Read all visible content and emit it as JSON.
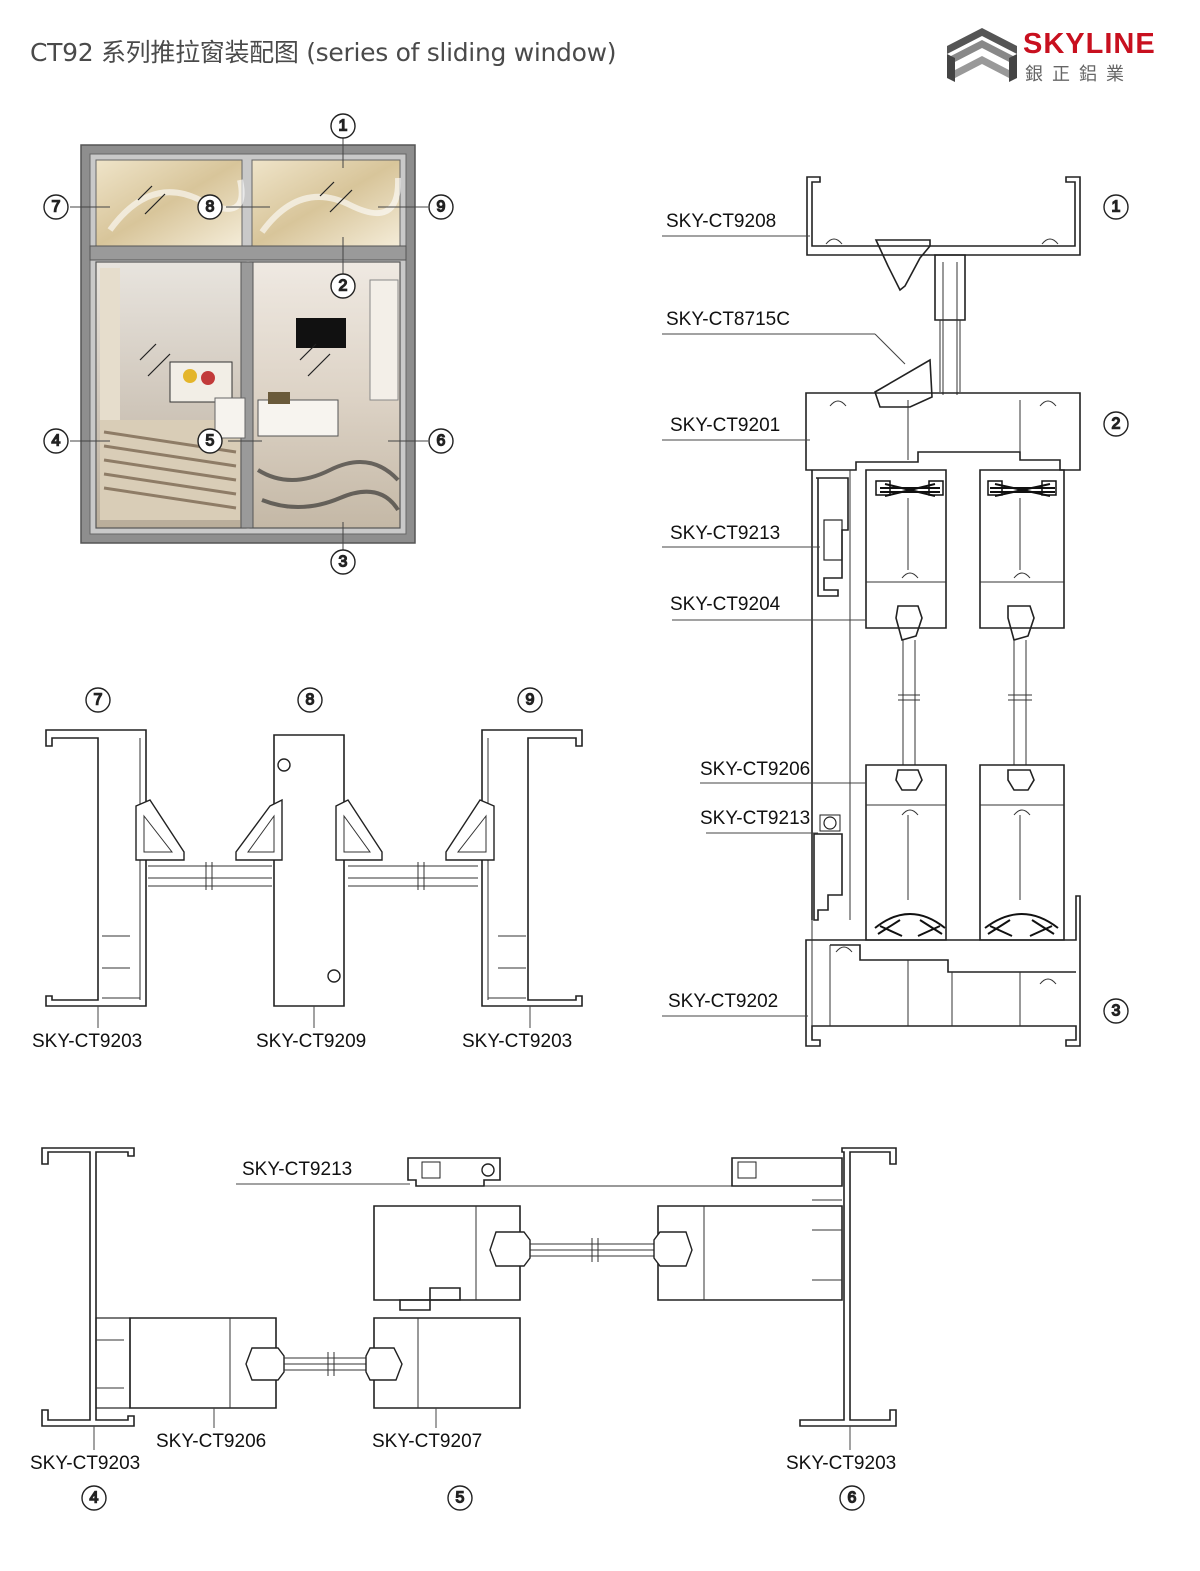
{
  "header": {
    "title": "CT92 系列推拉窗装配图 (series of  sliding  window)",
    "logo_word": "SKYLINE",
    "logo_chinese": "銀正鋁業"
  },
  "callouts": [
    "1",
    "2",
    "3",
    "4",
    "5",
    "6",
    "7",
    "8",
    "9"
  ],
  "labels": {
    "vertical": [
      "SKY-CT9208",
      "SKY-CT8715C",
      "SKY-CT9201",
      "SKY-CT9213",
      "SKY-CT9204",
      "SKY-CT9206",
      "SKY-CT9213",
      "SKY-CT9202"
    ],
    "transom": [
      "SKY-CT9203",
      "SKY-CT9209",
      "SKY-CT9203"
    ],
    "horizontal": [
      "SKY-CT9213",
      "SKY-CT9203",
      "SKY-CT9206",
      "SKY-CT9207",
      "SKY-CT9203"
    ]
  },
  "colors": {
    "brand_red": "#c8101f",
    "frame_gray": "#8e8e8e",
    "line": "#222222"
  }
}
